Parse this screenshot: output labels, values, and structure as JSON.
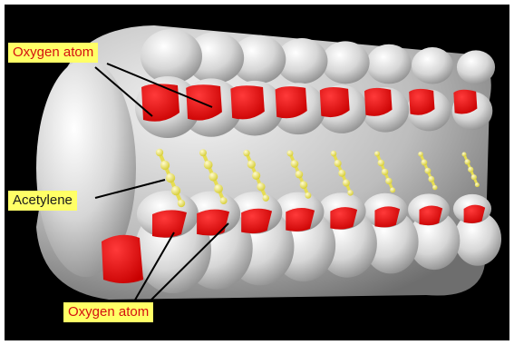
{
  "labels": {
    "oxygen_top": "Oxygen atom",
    "acetylene": "Acetylene",
    "oxygen_bottom": "Oxygen atom"
  },
  "colors": {
    "background": "#000000",
    "surface": "#dcdcdc",
    "oxygen": "#e00000",
    "acetylene": "#f2ee74",
    "label_bg": "#ffff66",
    "label_text": "#d41010"
  }
}
